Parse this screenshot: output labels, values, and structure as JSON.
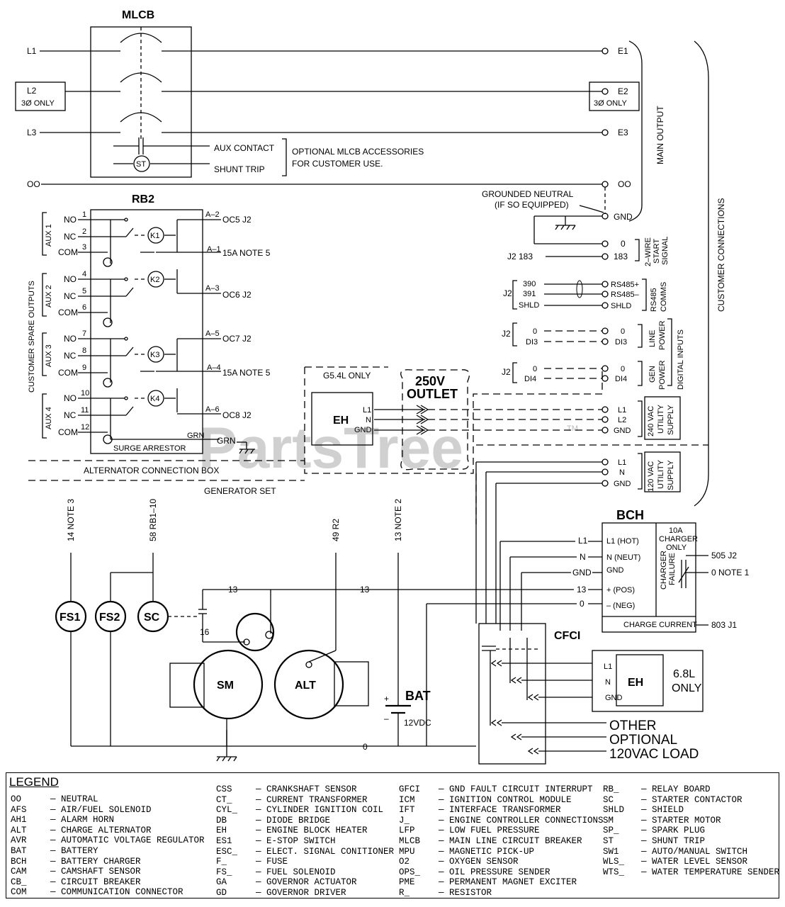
{
  "diagram": {
    "blocks": {
      "mlcb": "MLCB",
      "rb2": "RB2",
      "bch": "BCH",
      "cfci": "CFCI",
      "eh": "EH",
      "outlet": [
        "250V",
        "OUTLET"
      ],
      "g54l": "G5.4L  ONLY",
      "fs1": "FS1",
      "fs2": "FS2",
      "sc": "SC",
      "sm": "SM",
      "alt": "ALT",
      "bat": "BAT",
      "bat_volts": "12VDC"
    },
    "lines": {
      "l1": "L1",
      "l2": "L2",
      "l3": "L3",
      "oo": "OO",
      "three_phase_only": "3Ø  ONLY",
      "e1": "E1",
      "e2": "E2",
      "e3": "E3",
      "oo_out": "OO",
      "gnd": "GND",
      "aux_contact": "AUX  CONTACT",
      "shunt_trip": "SHUNT  TRIP",
      "st": "ST",
      "mlcb_note": [
        "OPTIONAL  MLCB  ACCESSORIES",
        "FOR  CUSTOMER  USE."
      ],
      "grounded_neutral": [
        "GROUNDED  NEUTRAL",
        "(IF  SO  EQUIPPED)"
      ]
    },
    "side_labels": {
      "main_output": "MAIN  OUTPUT",
      "customer_connections": "CUSTOMER  CONNECTIONS",
      "customer_spare_outputs": "CUSTOMER  SPARE  OUTPUTS",
      "two_wire": [
        "2–WIRE",
        "START",
        "SIGNAL"
      ],
      "rs485": [
        "RS485",
        "COMMS"
      ],
      "line_power": [
        "LINE",
        "POWER"
      ],
      "gen_power": [
        "GEN",
        "POWER"
      ],
      "digital_inputs": "DIGITAL  INPUTS",
      "vac240": [
        "240  VAC",
        "UTILITY",
        "SUPPLY"
      ],
      "vac120": [
        "120  VAC",
        "UTILITY",
        "SUPPLY"
      ]
    },
    "aux": [
      {
        "label": "AUX 1",
        "no": "NO",
        "nc": "NC",
        "com": "COM",
        "pins": [
          "1",
          "2",
          "3"
        ],
        "relay": "K1",
        "out": "OC5  J2",
        "out_pin": "A–2",
        "note": "15A  NOTE  5",
        "note_pin": "A–1"
      },
      {
        "label": "AUX 2",
        "no": "NO",
        "nc": "NC",
        "com": "COM",
        "pins": [
          "4",
          "5",
          "6"
        ],
        "relay": "K2",
        "out": "OC6  J2",
        "out_pin": "A–3"
      },
      {
        "label": "AUX 3",
        "no": "NO",
        "nc": "NC",
        "com": "COM",
        "pins": [
          "7",
          "8",
          "9"
        ],
        "relay": "K3",
        "out": "OC7  J2",
        "out_pin": "A–5",
        "note": "15A  NOTE  5",
        "note_pin": "A–4"
      },
      {
        "label": "AUX 4",
        "no": "NO",
        "nc": "NC",
        "com": "COM",
        "pins": [
          "10",
          "11",
          "12"
        ],
        "relay": "K4",
        "out": "OC8  J2",
        "out_pin": "A–6"
      }
    ],
    "rb2_misc": {
      "surge": "SURGE  ARRESTOR",
      "grn_pin": "GRN",
      "grn": "GRN",
      "alt_box": "ALTERNATOR  CONNECTION  BOX",
      "gen_set": "GENERATOR  SET"
    },
    "connections": {
      "start_0": "0",
      "start_j2_183": "J2  183",
      "start_183": "183",
      "j2": "J2",
      "rs_390": "390",
      "rs_391": "391",
      "rs_shld": "SHLD",
      "rs_plus": "RS485+",
      "rs_minus": "RS485–",
      "rs_shld_r": "SHLD",
      "lp_0": "0",
      "lp_di3": "DI3",
      "lp_0r": "0",
      "lp_di3r": "DI3",
      "gp_0": "0",
      "gp_di4": "DI4",
      "gp_0r": "0",
      "gp_di4r": "DI4",
      "u240_l1": "L1",
      "u240_l2": "L2",
      "u240_gnd": "GND",
      "u120_l1": "L1",
      "u120_n": "N",
      "u120_gnd": "GND",
      "eh_l1": "L1",
      "eh_n": "N",
      "eh_gnd": "GND"
    },
    "generator": {
      "w14": "14  NOTE  3",
      "w58": "58  RB1–10",
      "w49": "49  R2",
      "w13n": "13  NOTE  2",
      "w13a": "13",
      "w13b": "13",
      "w16": "16",
      "w0": "0",
      "bat_plus": "+",
      "bat_minus": "–"
    },
    "bch_panel": {
      "l1_in": "L1",
      "n_in": "N",
      "gnd_in": "GND",
      "w13": "13",
      "w0": "0",
      "l1_hot": "L1  (HOT)",
      "n_neut": "N  (NEUT)",
      "gnd": "GND",
      "pos": "+  (POS)",
      "neg": "–  (NEG)",
      "charge_current": "CHARGE  CURRENT",
      "ten_a": [
        "10A",
        "CHARGER",
        "ONLY"
      ],
      "charger_failure": [
        "CHARGER",
        "FAILURE"
      ],
      "j2_505": "505  J2",
      "note1": "0  NOTE  1",
      "j1_803": "803  J1"
    },
    "cfci_panel": {
      "l1": "L1",
      "n": "N",
      "gnd": "GND",
      "eh": "EH",
      "only": [
        "6.8L",
        "ONLY"
      ],
      "load": [
        "OTHER",
        "OPTIONAL",
        "120VAC  LOAD"
      ]
    },
    "watermark": "PartsTree",
    "tm": "TM"
  },
  "legend": {
    "title": "LEGEND",
    "columns": [
      [
        [
          "OO",
          "NEUTRAL"
        ],
        [
          "AFS",
          "AIR/FUEL SOLENOID"
        ],
        [
          "AH1",
          "ALARM HORN"
        ],
        [
          "ALT",
          "CHARGE ALTERNATOR"
        ],
        [
          "AVR",
          "AUTOMATIC VOLTAGE REGULATOR"
        ],
        [
          "BAT",
          "BATTERY"
        ],
        [
          "BCH",
          "BATTERY CHARGER"
        ],
        [
          "CAM",
          "CAMSHAFT SENSOR"
        ],
        [
          "CB_",
          "CIRCUIT BREAKER"
        ],
        [
          "COM",
          "COMMUNICATION CONNECTOR"
        ]
      ],
      [
        [
          "CSS",
          "CRANKSHAFT SENSOR"
        ],
        [
          "CT_",
          "CURRENT TRANSFORMER"
        ],
        [
          "CYL_",
          "CYLINDER IGNITION COIL"
        ],
        [
          "DB",
          "DIODE BRIDGE"
        ],
        [
          "EH",
          "ENGINE BLOCK HEATER"
        ],
        [
          "ES1",
          "E-STOP SWITCH"
        ],
        [
          "ESC_",
          "ELECT. SIGNAL CONITIONER"
        ],
        [
          "F_",
          "FUSE"
        ],
        [
          "FS_",
          "FUEL SOLENOID"
        ],
        [
          "GA",
          "GOVERNOR ACTUATOR"
        ],
        [
          "GD",
          "GOVERNOR DRIVER"
        ]
      ],
      [
        [
          "GFCI",
          "GND FAULT CIRCUIT INTERRUPT"
        ],
        [
          "ICM",
          "IGNITION CONTROL MODULE"
        ],
        [
          "IFT",
          "INTERFACE TRANSFORMER"
        ],
        [
          "J_",
          "ENGINE CONTROLLER CONNECTIONS"
        ],
        [
          "LFP",
          "LOW FUEL PRESSURE"
        ],
        [
          "MLCB",
          "MAIN LINE CIRCUIT BREAKER"
        ],
        [
          "MPU",
          "MAGNETIC PICK-UP"
        ],
        [
          "O2",
          "OXYGEN SENSOR"
        ],
        [
          "OPS_",
          "OIL PRESSURE SENDER"
        ],
        [
          "PME",
          "PERMANENT MAGNET EXCITER"
        ],
        [
          "R_",
          "RESISTOR"
        ]
      ],
      [
        [
          "RB_",
          "RELAY BOARD"
        ],
        [
          "SC",
          "STARTER CONTACTOR"
        ],
        [
          "SHLD",
          "SHIELD"
        ],
        [
          "SM",
          "STARTER MOTOR"
        ],
        [
          "SP_",
          "SPARK PLUG"
        ],
        [
          "ST",
          "SHUNT TRIP"
        ],
        [
          "SW1",
          "AUTO/MANUAL SWITCH"
        ],
        [
          "WLS_",
          "WATER LEVEL SENSOR"
        ],
        [
          "WTS_",
          "WATER TEMPERATURE SENDER"
        ]
      ]
    ]
  }
}
